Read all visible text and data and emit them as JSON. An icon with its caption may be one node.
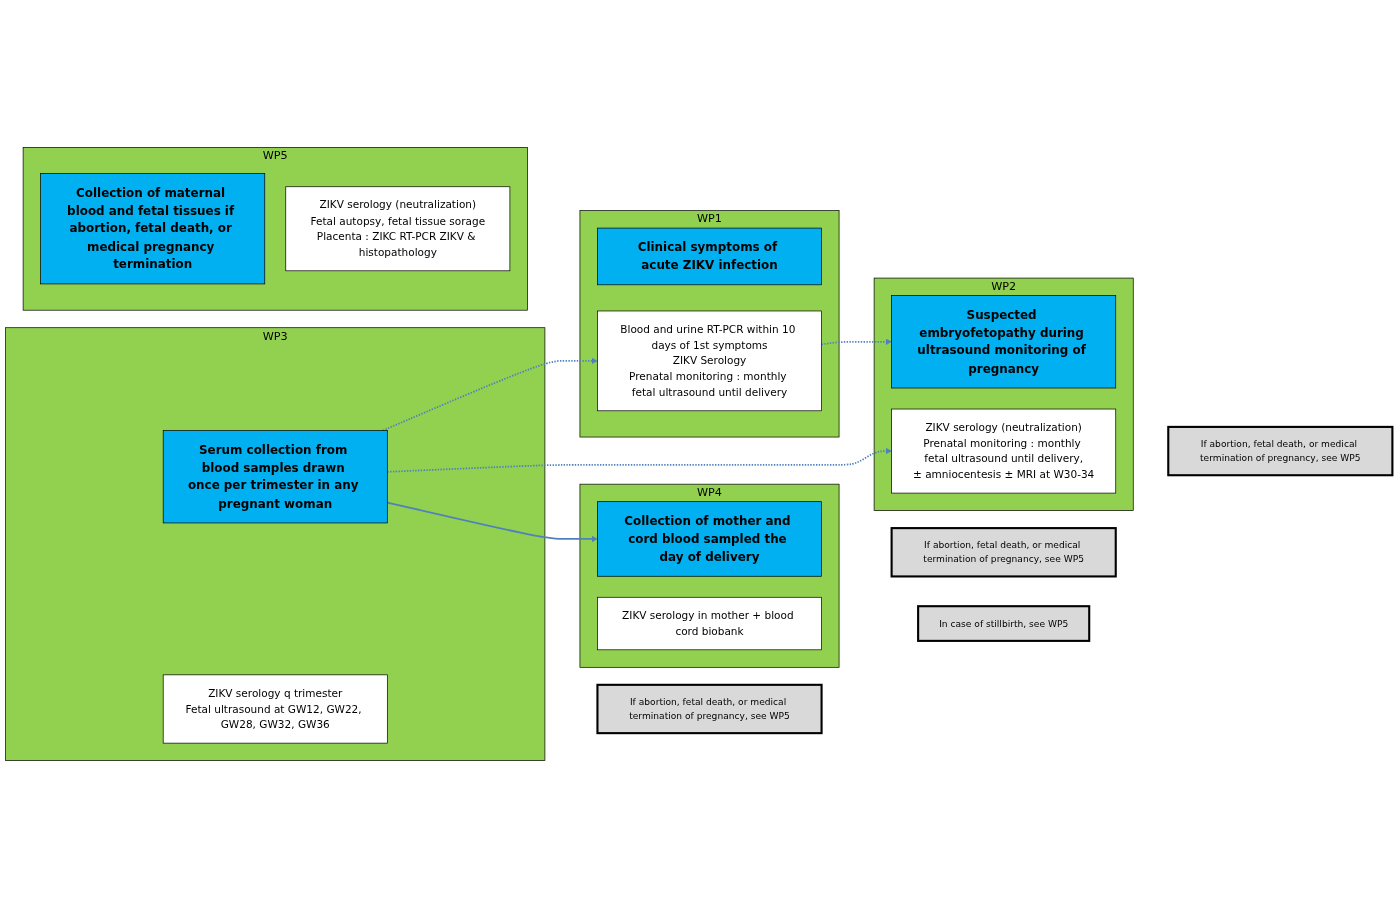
{
  "diagram": {
    "nodes": [
      {
        "text": [
          "WP1"
        ]
      },
      {
        "text": [
          "Clinical symptoms of acute ZIKV infection"
        ],
        "in": 0
      },
      {
        "text": [
          "Blood and urine RT-PCR within 10 days of 1st symptoms",
          "ZIKV Serology",
          "Prenatal monitoring : monthly fetal ultrasound until delivery"
        ],
        "in": 0
      },
      {
        "text": [
          "If abortion, fetal death, or medical termination of pregnancy, see WP5"
        ]
      },
      {
        "text": [
          "WP2"
        ]
      },
      {
        "text": [
          "Suspected embryofetopathy during ultrasound monitoring of pregnancy"
        ],
        "in": 4
      },
      {
        "text": [
          "ZIKV serology (neutralization)",
          "Prenatal monitoring : monthly fetal ultrasound until delivery,",
          "± amniocentesis ± MRI at W30-34"
        ],
        "in": 4
      },
      {
        "text": [
          "If abortion, fetal death, or medical termination of pregnancy, see WP5"
        ]
      },
      {
        "text": [
          "WP3"
        ]
      },
      {
        "text": [
          "Serum collection from blood samples drawn once per trimester in any pregnant woman"
        ],
        "in": 8
      },
      {
        "text": [
          "ZIKV serology q trimester",
          "Fetal ultrasound at GW12, GW22, GW28, GW32, GW36"
        ],
        "in": 8
      },
      {
        "text": [
          "If abortion, fetal death, or medical termination of pregnancy, see WP5"
        ]
      },
      {
        "text": [
          "WP4"
        ]
      },
      {
        "text": [
          "Collection of mother and cord blood sampled the day of delivery"
        ],
        "in": 12
      },
      {
        "text": [
          "ZIKV serology in mother + blood cord biobank"
        ],
        "in": 12
      },
      {
        "text": [
          "In case of stillbirth, see WP5"
        ]
      },
      {
        "text": [
          "WP5"
        ]
      },
      {
        "text": [
          "Collection of maternal blood and fetal tissues if abortion, fetal death, or medical pregnancy termination"
        ],
        "in": 16
      },
      {
        "text": [
          "ZIKV serology (neutralization)",
          "Fetal autopsy, fetal tissue sorage",
          "Placenta : ZIKC RT-PCR ZIKV & histopathology"
        ],
        "in": 16
      }
    ],
    "edges": [
      {
        "from": 2,
        "to": 5,
        "arrow": "to",
        "style": "dashed"
      },
      {
        "from": 9,
        "to": 2,
        "arrow": "to",
        "style": "dashed"
      },
      {
        "from": 9,
        "to": 6,
        "arrow": "to",
        "style": "dashed"
      },
      {
        "from": 9,
        "to": 13,
        "arrow": "to"
      }
    ]
  }
}
